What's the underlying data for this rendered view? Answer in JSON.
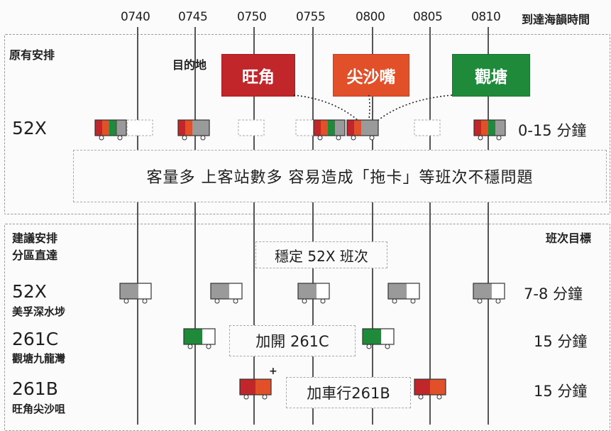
{
  "header": {
    "times": [
      "0740",
      "0745",
      "0750",
      "0755",
      "0800",
      "0805",
      "0810"
    ],
    "arrival_label": "到達海韻時間"
  },
  "current": {
    "title": "原有安排",
    "destination_label": "目的地",
    "destinations": [
      {
        "name": "旺角",
        "color": "#c0262a"
      },
      {
        "name": "尖沙嘴",
        "color": "#e2502a"
      },
      {
        "name": "觀塘",
        "color": "#1f8a3a"
      }
    ],
    "route": "52X",
    "frequency": "0-15 分鐘",
    "problem": "客量多 上客站數多 容易造成「拖卡」等班次不穩問題"
  },
  "proposed": {
    "title_line1": "建議安排",
    "title_line2": "分區直達",
    "target_label": "班次目標",
    "stabilize_note": "穩定 52X 班次",
    "routes": [
      {
        "code": "52X",
        "area": "美孚深水埗",
        "frequency": "7-8 分鐘"
      },
      {
        "code": "261C",
        "area": "觀塘九龍灣",
        "frequency": "15 分鐘",
        "note": "加開 261C"
      },
      {
        "code": "261B",
        "area": "旺角尖沙咀",
        "frequency": "15 分鐘",
        "note": "加車行261B"
      }
    ],
    "plus_mark": "+"
  },
  "colors": {
    "red": "#c0262a",
    "orange": "#e2502a",
    "green": "#1f8a3a",
    "grey": "#9a9a9a"
  }
}
